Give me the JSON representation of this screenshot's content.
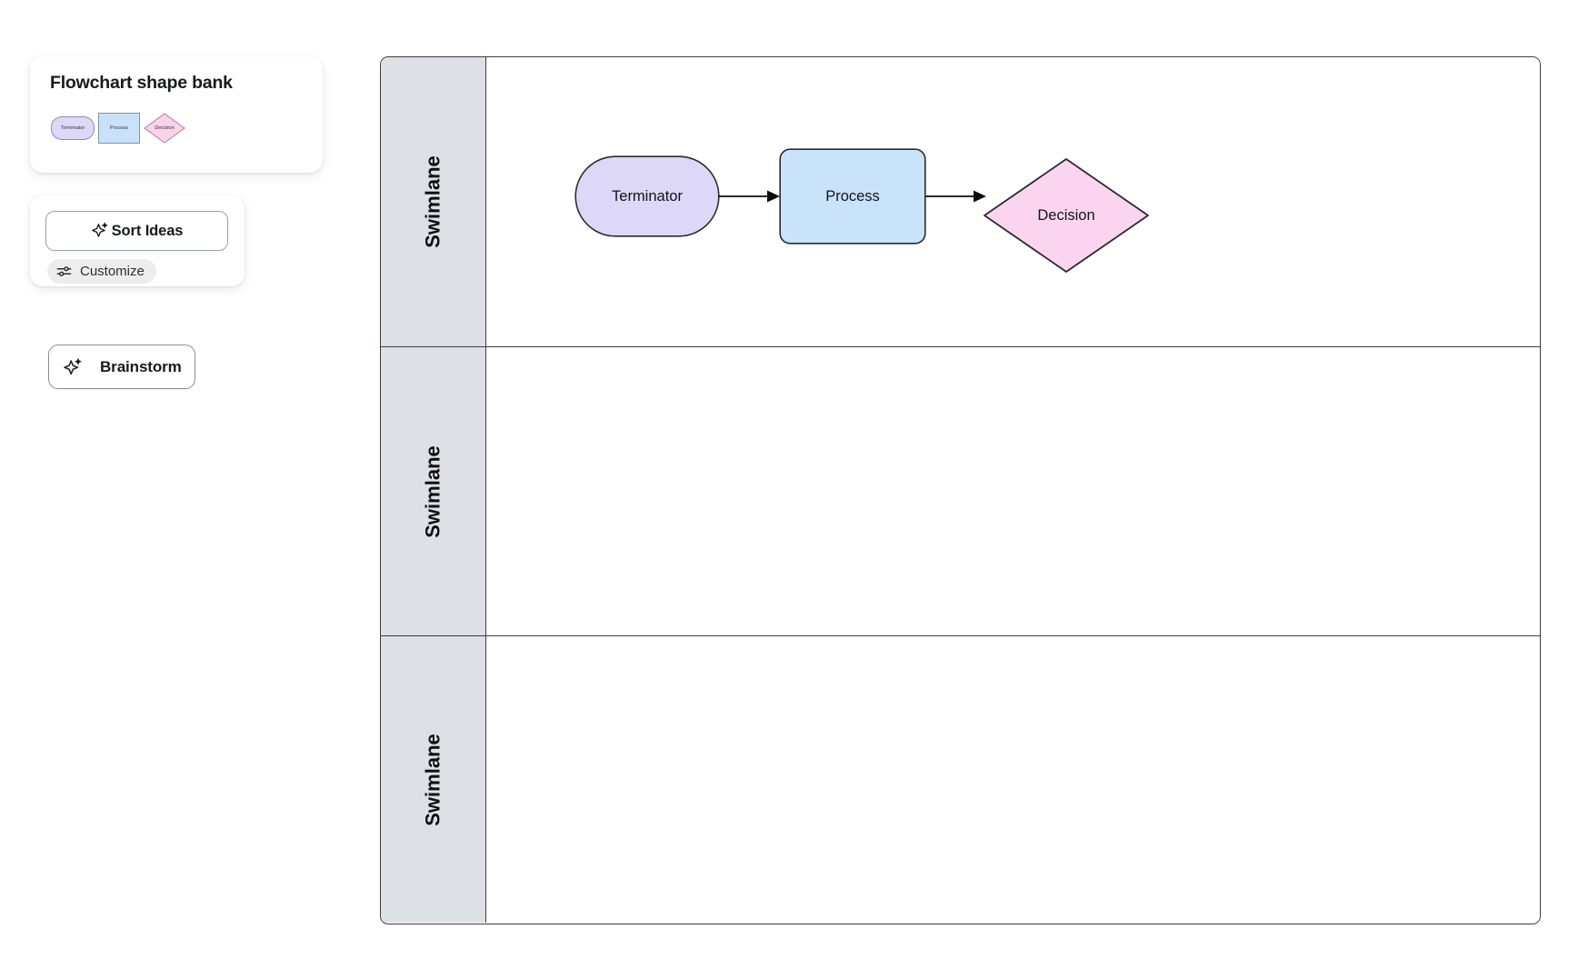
{
  "shape_bank": {
    "title": "Flowchart shape bank",
    "shapes": [
      {
        "label": "Terminator",
        "type": "terminator",
        "fill": "#dcd8f6",
        "stroke": "#8e8bb0"
      },
      {
        "label": "Process",
        "type": "process",
        "fill": "#c9e2fb",
        "stroke": "#7f93a8"
      },
      {
        "label": "Decision",
        "type": "decision",
        "fill": "#fbd2ec",
        "stroke": "#b07fa0"
      }
    ]
  },
  "sort_panel": {
    "sort_ideas_label": "Sort Ideas",
    "sort_ideas_icon": "sparkle-icon",
    "customize_label": "Customize",
    "customize_icon": "sliders-icon"
  },
  "brainstorm": {
    "label": "Brainstorm",
    "icon": "sparkle-icon"
  },
  "swimlanes": {
    "lanes": [
      {
        "label": "Swimlane"
      },
      {
        "label": "Swimlane"
      },
      {
        "label": "Swimlane"
      }
    ]
  },
  "flowchart": {
    "nodes": [
      {
        "id": "terminator",
        "label": "Terminator",
        "type": "terminator",
        "fill": "#ddd8f8",
        "stroke": "#2a2b2e"
      },
      {
        "id": "process",
        "label": "Process",
        "type": "process",
        "fill": "#c9e3fb",
        "stroke": "#2a2b2e"
      },
      {
        "id": "decision",
        "label": "Decision",
        "type": "decision",
        "fill": "#fbd4ef",
        "stroke": "#2a2b2e"
      }
    ],
    "connectors": [
      {
        "from": "terminator",
        "to": "process"
      },
      {
        "from": "process",
        "to": "decision"
      }
    ]
  },
  "colors": {
    "lane_header_bg": "#dde1e6",
    "lane_border": "#3b3c3e",
    "canvas_bg": "#ffffff"
  }
}
